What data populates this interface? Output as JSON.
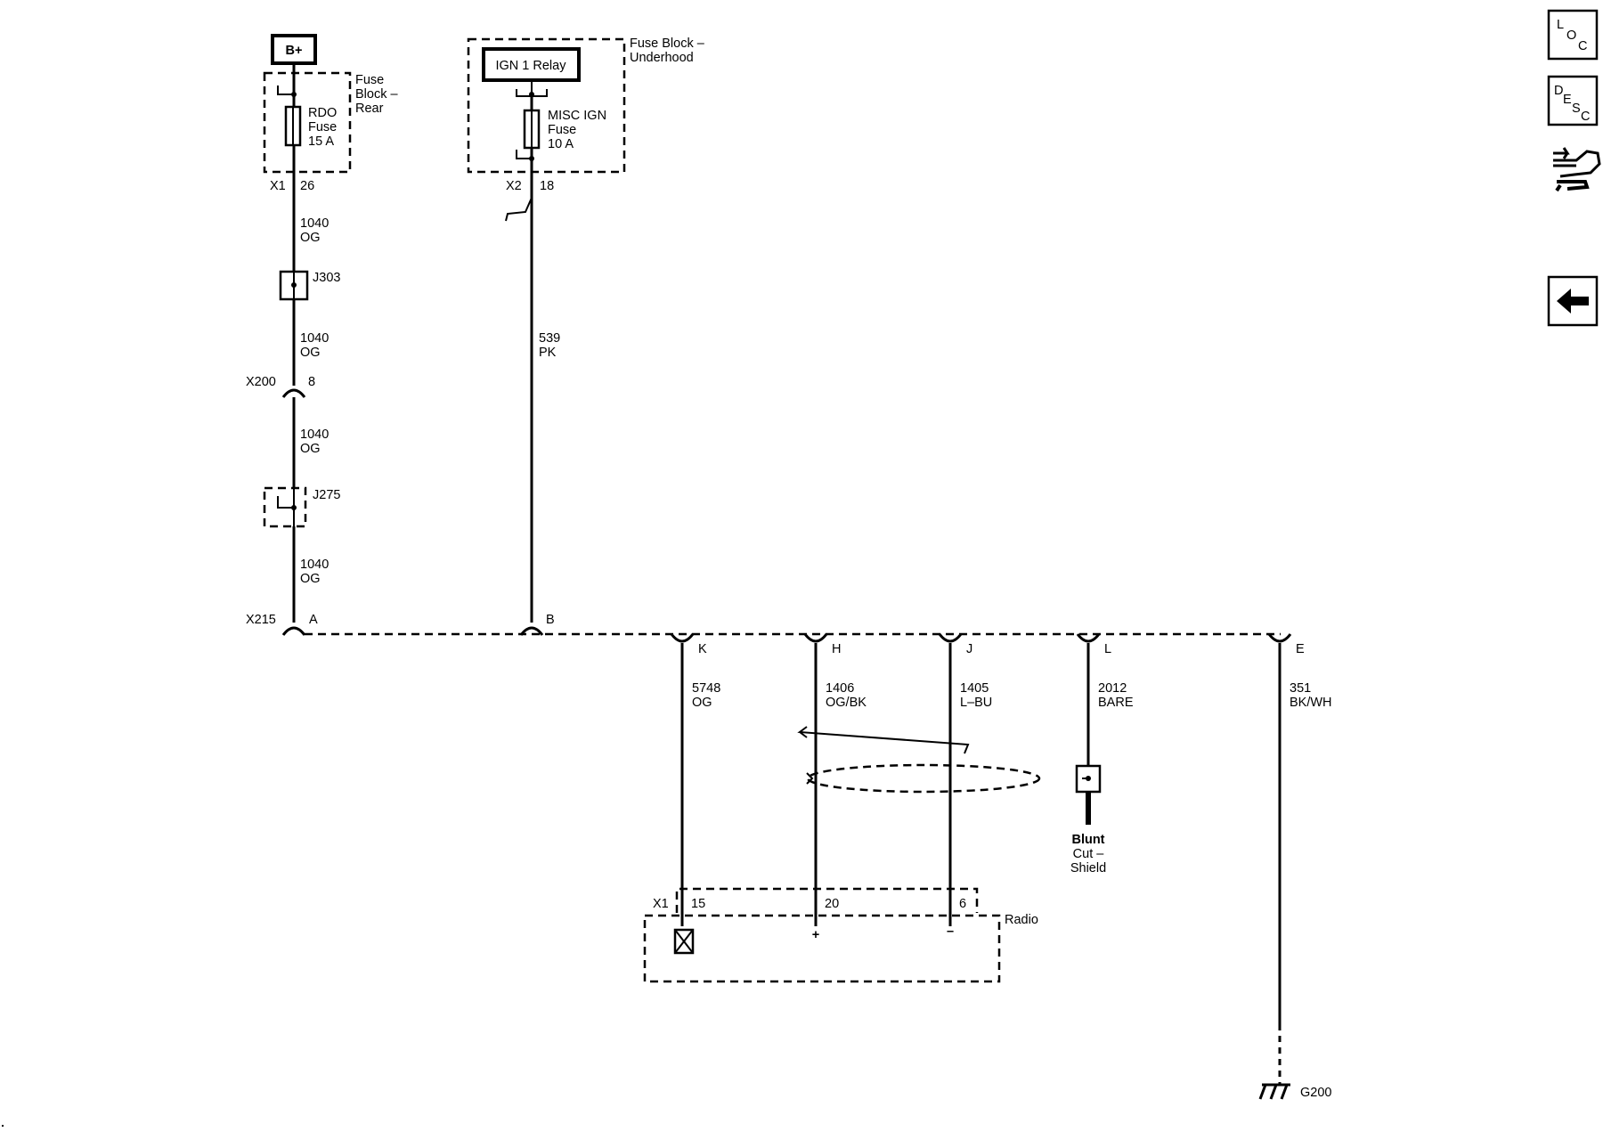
{
  "power": {
    "b_plus": "B+"
  },
  "fuse_block_rear": {
    "label_line1": "Fuse",
    "label_line2": "Block –",
    "label_line3": "Rear",
    "fuse_line1": "RDO",
    "fuse_line2": "Fuse",
    "fuse_line3": "15 A",
    "connector": "X1",
    "pin": "26"
  },
  "fuse_block_underhood": {
    "label_line1": "Fuse Block –",
    "label_line2": "Underhood",
    "relay": "IGN 1 Relay",
    "fuse_line1": "MISC IGN",
    "fuse_line2": "Fuse",
    "fuse_line3": "10 A",
    "connector": "X2",
    "pin": "18"
  },
  "wires": {
    "w1040_a": {
      "circuit": "1040",
      "color": "OG"
    },
    "w1040_b": {
      "circuit": "1040",
      "color": "OG"
    },
    "w1040_c": {
      "circuit": "1040",
      "color": "OG"
    },
    "w1040_d": {
      "circuit": "1040",
      "color": "OG"
    },
    "w539": {
      "circuit": "539",
      "color": "PK"
    },
    "w5748": {
      "circuit": "5748",
      "color": "OG"
    },
    "w1406": {
      "circuit": "1406",
      "color": "OG/BK"
    },
    "w1405": {
      "circuit": "1405",
      "color": "L–BU"
    },
    "w2012": {
      "circuit": "2012",
      "color": "BARE"
    },
    "w351": {
      "circuit": "351",
      "color": "BK/WH"
    }
  },
  "splices": {
    "j303": "J303",
    "j275": "J275"
  },
  "inline_connector": {
    "name": "X200",
    "pin": "8"
  },
  "harness_connector": {
    "name": "X215",
    "pins": {
      "a": "A",
      "b": "B",
      "k": "K",
      "h": "H",
      "j": "J",
      "l": "L",
      "e": "E"
    }
  },
  "shield": {
    "line1": "Blunt",
    "line2": "Cut –",
    "line3": "Shield"
  },
  "radio": {
    "label": "Radio",
    "connector": "X1",
    "pin15": "15",
    "pin20": "20",
    "pin6": "6",
    "plus": "+",
    "minus": "–"
  },
  "ground": {
    "name": "G200"
  },
  "nav": {
    "loc": {
      "l": "L",
      "o": "O",
      "c": "C"
    },
    "desc": {
      "d": "D",
      "e": "E",
      "s": "S",
      "c": "C"
    },
    "hand_icon": "hand-tools-icon",
    "back_icon": "back-arrow-icon"
  }
}
